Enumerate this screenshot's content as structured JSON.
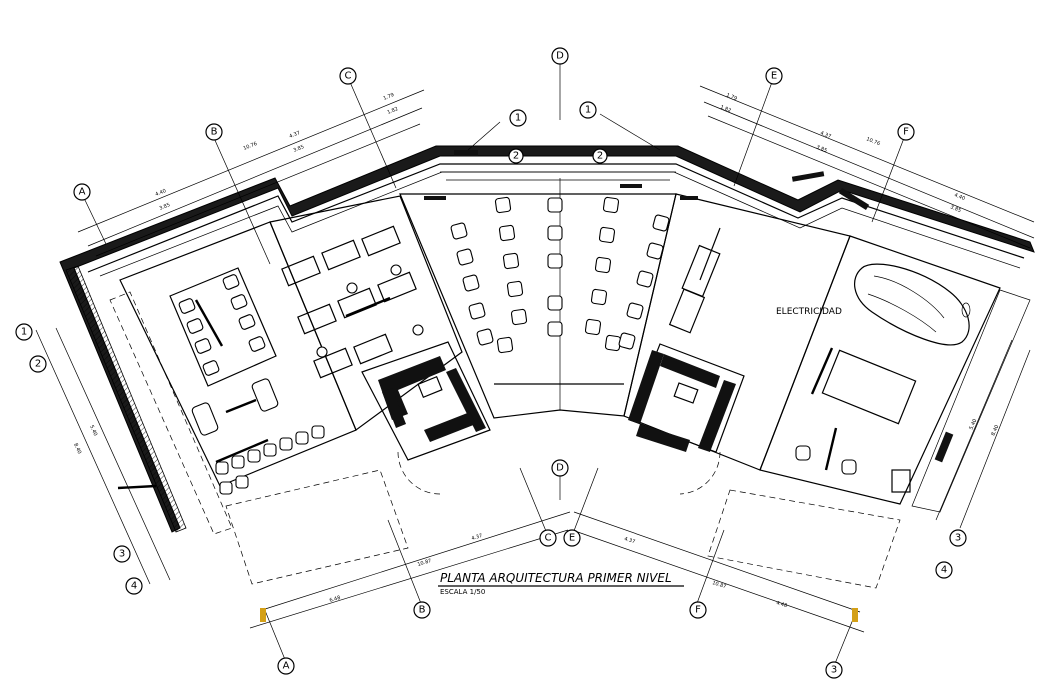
{
  "drawing": {
    "title": "PLANTA ARQUITECTURA PRIMER NIVEL",
    "scale": "ESCALA 1/50",
    "room_label": "ELECTRICIDAD"
  },
  "axes": {
    "top_center": "D",
    "mid_center": "D",
    "left_c_top": "C",
    "left_b_top": "B",
    "left_a_top": "A",
    "right_e_top": "E",
    "right_f_top": "F",
    "left_1": "1",
    "left_2": "2",
    "left_3": "3",
    "left_4": "4",
    "right_3": "3",
    "right_4": "4",
    "bottom_b": "B",
    "bottom_a": "A",
    "bottom_c": "C",
    "bottom_e": "E",
    "bottom_f": "F",
    "bottom_3": "3",
    "top_1_left": "1",
    "top_1_right": "1",
    "top_2_left": "2",
    "top_2_right": "2"
  },
  "dimensions": {
    "top_left_1": "1.79",
    "top_left_2": "1.82",
    "top_left_3": "4.37",
    "top_left_4": "3.85",
    "top_left_5": "10.76",
    "top_left_6": "4.40",
    "top_left_7": "3.85",
    "top_right_1": "1.79",
    "top_right_2": "1.82",
    "top_right_3": "4.37",
    "top_right_4": "3.85",
    "top_right_5": "10.76",
    "top_right_6": "4.40",
    "top_right_7": "3.85",
    "bottom_1": "10.87",
    "bottom_2": "6.48",
    "bottom_3": "4.37",
    "bottom_4": "4.37",
    "bottom_5": "4.48",
    "bottom_6": "10.87",
    "left_1": "5.40",
    "left_2": "8.40",
    "right_1": "5.40",
    "right_2": "8.40"
  },
  "colors": {
    "line": "#000000",
    "background": "#ffffff",
    "accent_marker": "#d4a017"
  }
}
